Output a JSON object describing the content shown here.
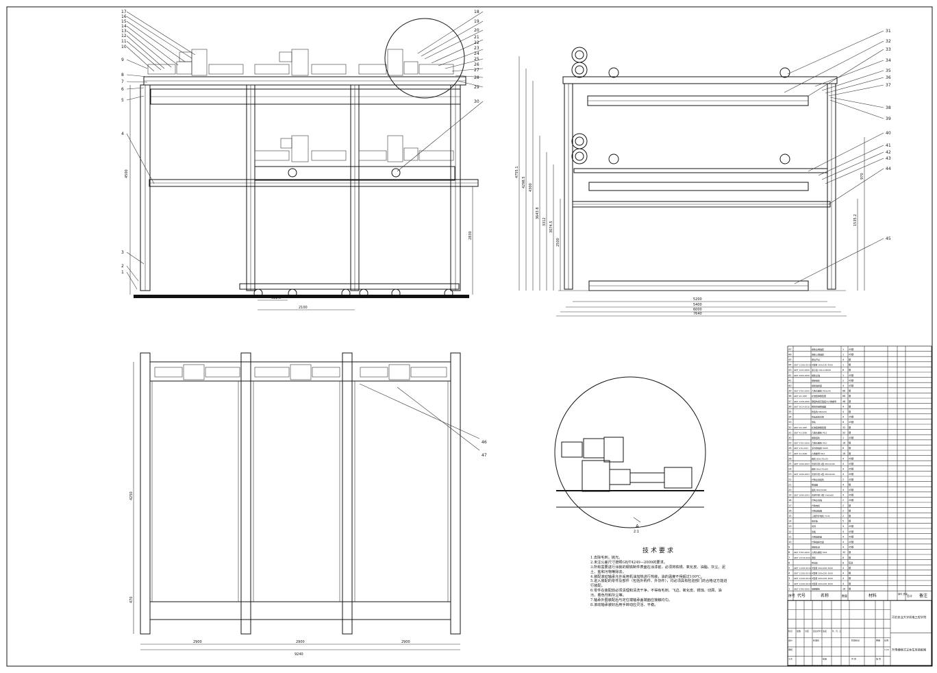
{
  "front_view": {
    "leaders_left": [
      "17",
      "16",
      "15",
      "14",
      "13",
      "12",
      "11",
      "10",
      "9",
      "8",
      "7",
      "6",
      "5",
      "4",
      "3",
      "2",
      "1"
    ],
    "leaders_right": [
      "18",
      "19",
      "20",
      "21",
      "22",
      "23",
      "24",
      "25",
      "26",
      "27",
      "28",
      "29"
    ],
    "balloon_30": "30",
    "dim_height_total": "4500",
    "dim_height_lower": "2830",
    "dim_span": "2100",
    "dim_sub": "322.5"
  },
  "side_view": {
    "leaders": [
      "31",
      "32",
      "33",
      "34",
      "35",
      "36",
      "37",
      "38",
      "39",
      "40",
      "41",
      "42",
      "43",
      "44",
      "45"
    ],
    "dims_vertical": [
      "4755.1",
      "4298.5",
      "4300",
      "3643.8",
      "3312",
      "3074.5",
      "2500",
      "1535.2",
      "970"
    ],
    "dims_horizontal": [
      "5200",
      "5400",
      "6000",
      "7640"
    ]
  },
  "plan_view": {
    "leaders": [
      "46",
      "47"
    ],
    "dims_horizontal": [
      "2900",
      "2900",
      "2900",
      "9240"
    ],
    "dims_vertical": [
      "4250",
      "470"
    ]
  },
  "detail": {
    "label": "A",
    "scale": "2:1"
  },
  "technical_requirements": {
    "title": "技术要求",
    "items": [
      "1.去除毛刺，抛光。",
      "2.未注公差尺寸按照GB/T4249—2009的要求。",
      "3.所有需要进行涂装的钢铁制件表面在涂漆前，必须将铁锈、氧化皮、油脂、灰尘、泥土、盐和污物等除去。",
      "4.装配滚动轴承允许采用机油加热进行热装，油的温度不得超过100℃。",
      "5.进入装配的零件及部件（包括外购件、外协件），均必须具有检验部门的合格证方能进行装配。",
      "6.零件在装配前必须清理和清洗干净，不得有毛刺、飞边、氧化皮、锈蚀、切屑、油污、着色剂和灰尘等。",
      "7.轴承外圈装配后与定位端轴承盖端面应接触均匀。",
      "8.滚动轴承装好后用手转动应灵活、平稳。"
    ]
  },
  "title_block": {
    "school": "河北农业大学机电工程学院",
    "drawing_title": "升降横移式立体车库装配图",
    "headers": {
      "seq": "序号",
      "code": "代号",
      "name": "名称",
      "qty": "数量",
      "material": "材料",
      "unit_weight": "单件 重量",
      "total_weight": "总计",
      "remark": "备注"
    },
    "sign_labels": [
      "标记",
      "处数",
      "分区",
      "更改文件号",
      "签名",
      "年、月、日",
      "设计",
      "标准化",
      "阶段标记",
      "重量",
      "比例",
      "审核",
      "工艺",
      "批准",
      "共 页",
      "第 页"
    ],
    "scale_value": "1:20",
    "parts": [
      {
        "no": "47",
        "code": "",
        "name": "横移左端轴套",
        "qty": "1",
        "mat": "45钢"
      },
      {
        "no": "46",
        "code": "",
        "name": "横移上端轴套",
        "qty": "1",
        "mat": "45钢"
      },
      {
        "no": "45",
        "code": "",
        "name": "限位开关",
        "qty": "4",
        "mat": "钢"
      },
      {
        "no": "44",
        "code": "GB/T 11263-2010",
        "name": "H型钢 100x100 4500",
        "qty": "1",
        "mat": "钢"
      },
      {
        "no": "43",
        "code": "GB/T 1243-2006",
        "name": "滚子链 10A-1x6000",
        "qty": "8",
        "mat": "钢"
      },
      {
        "no": "42",
        "code": "GB/T 6390-2008",
        "name": "横移主轴",
        "qty": "1",
        "mat": "45钢"
      },
      {
        "no": "41",
        "code": "",
        "name": "横移链轮",
        "qty": "2",
        "mat": "45钢"
      },
      {
        "no": "40",
        "code": "",
        "name": "横移轴承座",
        "qty": "4",
        "mat": "45钢"
      },
      {
        "no": "39",
        "code": "GB/T 5783-2000",
        "name": "六角头螺栓 M16x45",
        "qty": "88",
        "mat": "钢"
      },
      {
        "no": "38",
        "code": "GB/T 93-1987",
        "name": "标准型弹簧垫圈",
        "qty": "88",
        "mat": "钢"
      },
      {
        "no": "37",
        "code": "GB/T 1228-2006",
        "name": "钢结构用高强度大六角螺母",
        "qty": "48",
        "mat": "钢"
      },
      {
        "no": "36",
        "code": "GB/T 5014-2016",
        "name": "弹性柱销联轴器",
        "qty": "4",
        "mat": "钢"
      },
      {
        "no": "35",
        "code": "",
        "name": "防坠钩 M40x50",
        "qty": "4",
        "mat": "钢"
      },
      {
        "no": "34",
        "code": "",
        "name": "防坠装置支架",
        "qty": "4",
        "mat": "45钢"
      },
      {
        "no": "33",
        "code": "",
        "name": "导轨",
        "qty": "8",
        "mat": "45钢"
      },
      {
        "no": "32",
        "code": "GB/T 93-1987",
        "name": "标准型弹簧垫圈",
        "qty": "32",
        "mat": "钢"
      },
      {
        "no": "31",
        "code": "GB/T 41-2000",
        "name": "六角头螺栓 M12",
        "qty": "32",
        "mat": "钢"
      },
      {
        "no": "30",
        "code": "",
        "name": "横移链轮",
        "qty": "1",
        "mat": "45钢"
      },
      {
        "no": "29",
        "code": "GB/T 5783-2000",
        "name": "六角头螺栓 M10",
        "qty": "16",
        "mat": "钢"
      },
      {
        "no": "28",
        "code": "GB/T 276-2013",
        "name": "深沟球轴承 6008",
        "qty": "8",
        "mat": "钢"
      },
      {
        "no": "27",
        "code": "GB/T 41-2000",
        "name": "六角螺母 M12",
        "qty": "16",
        "mat": "钢"
      },
      {
        "no": "26",
        "code": "",
        "name": "链轮 80x170x35",
        "qty": "4",
        "mat": "45钢"
      },
      {
        "no": "25",
        "code": "GB/T 1096-2003",
        "name": "普通平键 A型 28x12x90",
        "qty": "4",
        "mat": "45钢"
      },
      {
        "no": "24",
        "code": "",
        "name": "链轮 80x170x80",
        "qty": "4",
        "mat": "45钢"
      },
      {
        "no": "23",
        "code": "GB/T 1096-2003",
        "name": "普通平键 A型 28x16x90",
        "qty": "4",
        "mat": "45钢"
      },
      {
        "no": "22",
        "code": "",
        "name": "升降主动链轮",
        "qty": "2",
        "mat": "45钢"
      },
      {
        "no": "21",
        "code": "",
        "name": "联轴器",
        "qty": "4",
        "mat": "钢"
      },
      {
        "no": "20",
        "code": "",
        "name": "链轮 80x70x80",
        "qty": "4",
        "mat": "45钢"
      },
      {
        "no": "19",
        "code": "GB/T 1096-2003",
        "name": "普通平键 A型 14x9x80",
        "qty": "4",
        "mat": "45钢"
      },
      {
        "no": "18",
        "code": "",
        "name": "升降主动轴",
        "qty": "2",
        "mat": "45钢"
      },
      {
        "no": "17",
        "code": "",
        "name": "升降电机",
        "qty": "2",
        "mat": "钢"
      },
      {
        "no": "16",
        "code": "",
        "name": "升降减速器",
        "qty": "2",
        "mat": "钢"
      },
      {
        "no": "15",
        "code": "",
        "name": "三相异步电机 Y132",
        "qty": "2",
        "mat": "钢"
      },
      {
        "no": "14",
        "code": "",
        "name": "载车板",
        "qty": "5",
        "mat": "钢"
      },
      {
        "no": "13",
        "code": "",
        "name": "吊耳",
        "qty": "4",
        "mat": "45钢"
      },
      {
        "no": "12",
        "code": "",
        "name": "吊板",
        "qty": "4",
        "mat": "45钢"
      },
      {
        "no": "11",
        "code": "",
        "name": "升降轴承座",
        "qty": "4",
        "mat": "45钢"
      },
      {
        "no": "10",
        "code": "",
        "name": "升降轴承支座",
        "qty": "4",
        "mat": "45钢"
      },
      {
        "no": "9",
        "code": "",
        "name": "横移轨道",
        "qty": "4",
        "mat": "45钢"
      },
      {
        "no": "8",
        "code": "GB/T 5783-2000",
        "name": "六角头螺栓 M16",
        "qty": "32",
        "mat": "钢"
      },
      {
        "no": "7",
        "code": "GB/T 13740-2001",
        "name": "滑轮",
        "qty": "8",
        "mat": "钢"
      },
      {
        "no": "6",
        "code": "",
        "name": "导向轮",
        "qty": "8",
        "mat": "尼龙"
      },
      {
        "no": "5",
        "code": "GB/T 11263-2010",
        "name": "H型钢 200x200 4500",
        "qty": "4",
        "mat": "钢"
      },
      {
        "no": "4",
        "code": "GB/T 11263-2010",
        "name": "H型钢 200x200 3000",
        "qty": "4",
        "mat": "钢"
      },
      {
        "no": "3",
        "code": "GB/T 11263-2010",
        "name": "H型钢 200x200 3000",
        "qty": "4",
        "mat": "钢"
      },
      {
        "no": "2",
        "code": "GB/T 11263-2010",
        "name": "H型钢 200x200 3000",
        "qty": "4",
        "mat": "钢"
      },
      {
        "no": "1",
        "code": "GB/T 5780-2000",
        "name": "地脚螺栓",
        "qty": "16",
        "mat": "钢"
      }
    ]
  }
}
